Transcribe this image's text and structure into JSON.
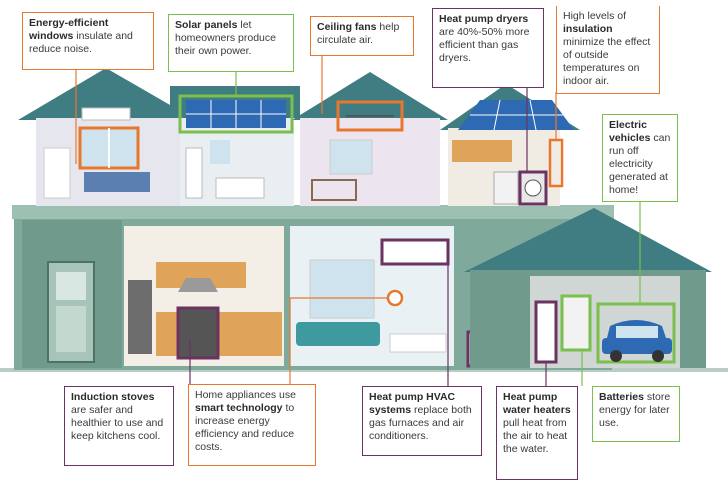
{
  "callouts": {
    "windows": {
      "bold": "Energy-efficient windows",
      "text": " insulate and reduce noise."
    },
    "solar": {
      "bold": "Solar panels",
      "text": " let homeowners produce their own power."
    },
    "fans": {
      "bold": "Ceiling fans",
      "text": " help circulate air."
    },
    "dryers": {
      "bold": "Heat pump dryers",
      "text": " are 40%-50% more efficient than gas dryers."
    },
    "insulation": {
      "pre": "High levels of ",
      "bold": "insulation",
      "text": " minimize the effect of outside temperatures on indoor air."
    },
    "ev": {
      "bold": "Electric vehicles",
      "text": " can run off electricity generated at home!"
    },
    "stoves": {
      "bold": "Induction stoves",
      "text": " are safer and healthier to use and keep kitchens cool."
    },
    "smart": {
      "pre": "Home appliances use ",
      "bold": "smart technology",
      "text": " to increase energy efficiency and reduce costs."
    },
    "hvac": {
      "bold": "Heat pump HVAC systems",
      "text": " replace both gas furnaces and air conditioners."
    },
    "water": {
      "bold": "Heat pump water heaters",
      "text": " pull heat from the air to heat the water."
    },
    "batteries": {
      "bold": "Batteries",
      "text": " store energy for later use."
    }
  },
  "colors": {
    "orange": "#e8772e",
    "green": "#7bbf4e",
    "purple": "#6b3361",
    "roof": "#3f7d83",
    "wall": "#8fb5a8"
  }
}
